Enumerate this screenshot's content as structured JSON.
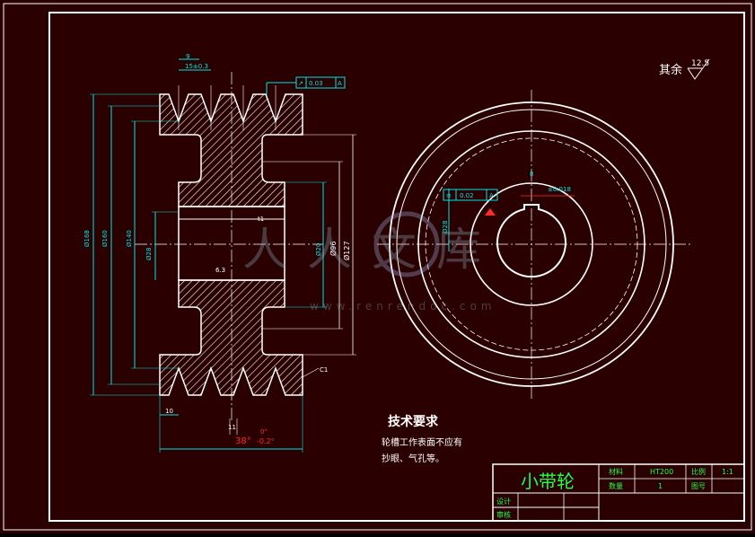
{
  "dimensions": {
    "d168": "Ø168",
    "d160": "Ø160",
    "d140": "Ø140",
    "d28": "Ø28",
    "d20": "Ø20",
    "d96": "Ø96",
    "d127": "Ø127",
    "groove_pitch": "15±0.3",
    "groove_offset": "9",
    "edge_10": "10",
    "bore_11": "11",
    "runout_label": "0.03",
    "runout_datum": "A",
    "keyway_width": "8",
    "keyway_tol": "±0.018",
    "sym_tol": "0.02",
    "angle_main": "38°",
    "angle_tol": "-0.2°",
    "angle_zero": "0°",
    "roughness_main": "6.3",
    "roughness_12": "12.5",
    "ra_small": "t1",
    "chamfer": "C1"
  },
  "roughness_note": {
    "label": "其余",
    "value": "12.5"
  },
  "tech": {
    "title": "技术要求",
    "line1": "轮槽工作表面不应有",
    "line2": "抄眼、气孔等。"
  },
  "title_block": {
    "name": "小带轮",
    "material_label": "材料",
    "material_value": "HT200",
    "scale_label": "比例",
    "scale_value": "1:1",
    "qty_label": "数量",
    "qty_value": "1",
    "drawing_no_label": "图号",
    "design_label": "设计",
    "check_label": "审核"
  },
  "watermark": {
    "text": "人人文库",
    "url": "www.renrendoc.com"
  }
}
